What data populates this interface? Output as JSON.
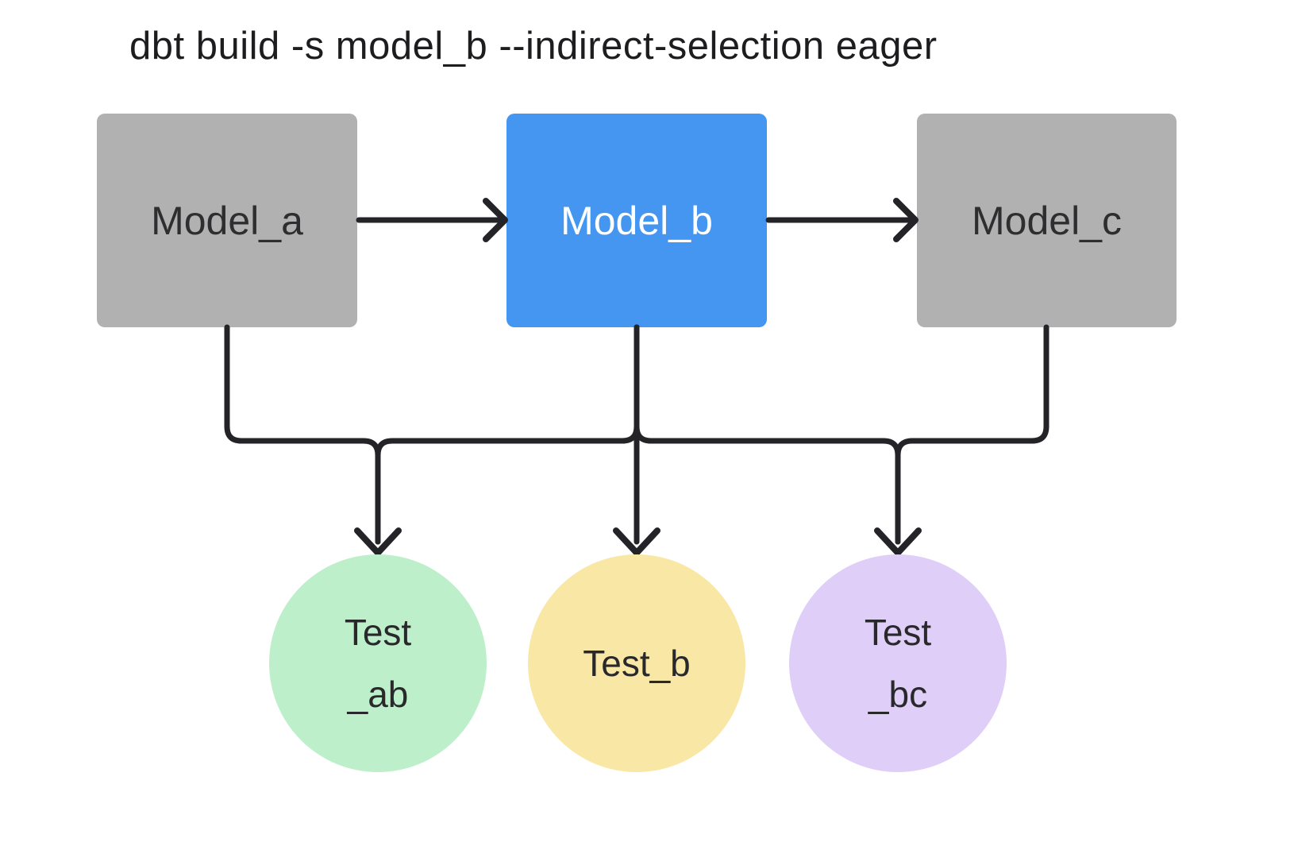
{
  "title": "dbt build -s model_b --indirect-selection eager",
  "colors": {
    "model_default": "#b1b1b1",
    "model_selected": "#4496f0",
    "test_ab": "#bdefcb",
    "test_b": "#f9e7a6",
    "test_bc": "#dfcef7",
    "line": "#242428",
    "background": "#ffffff"
  },
  "models": [
    {
      "id": "model_a",
      "label": "Model_a",
      "state": "default"
    },
    {
      "id": "model_b",
      "label": "Model_b",
      "state": "selected"
    },
    {
      "id": "model_c",
      "label": "Model_c",
      "state": "default"
    }
  ],
  "tests": [
    {
      "id": "test_ab",
      "line1": "Test",
      "line2": "_ab"
    },
    {
      "id": "test_b",
      "line1": "Test_b",
      "line2": ""
    },
    {
      "id": "test_bc",
      "line1": "Test",
      "line2": "_bc"
    }
  ],
  "edges": [
    "model_a -> model_b",
    "model_b -> model_c",
    "model_a -> test_ab",
    "model_b -> test_ab",
    "model_b -> test_b",
    "model_b -> test_bc",
    "model_c -> test_bc"
  ]
}
